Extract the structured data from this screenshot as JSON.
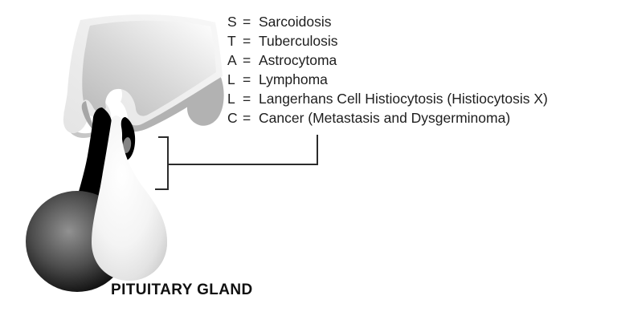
{
  "legend": {
    "separator": "=",
    "items": [
      {
        "letter": "S",
        "condition": "Sarcoidosis"
      },
      {
        "letter": "T",
        "condition": "Tuberculosis"
      },
      {
        "letter": "A",
        "condition": "Astrocytoma"
      },
      {
        "letter": "L",
        "condition": "Lymphoma"
      },
      {
        "letter": "L",
        "condition": "Langerhans Cell Histiocytosis (Histiocytosis X)"
      },
      {
        "letter": "C",
        "condition": "Cancer (Metastasis and Dysgerminoma)"
      }
    ]
  },
  "labels": {
    "gland": "PITUITARY GLAND"
  },
  "colors": {
    "background": "#ffffff",
    "text": "#1e1e1e",
    "callout_line": "#2b2b2b",
    "brain_outer": "#ebebeb",
    "brain_core_shadow": "#bdbdbd",
    "underside_band": "#b2b2b2",
    "stalk": "#000000",
    "posterior_lobe_highlight": "#919191",
    "anterior_lobe_shade": "#cdcdcd"
  }
}
